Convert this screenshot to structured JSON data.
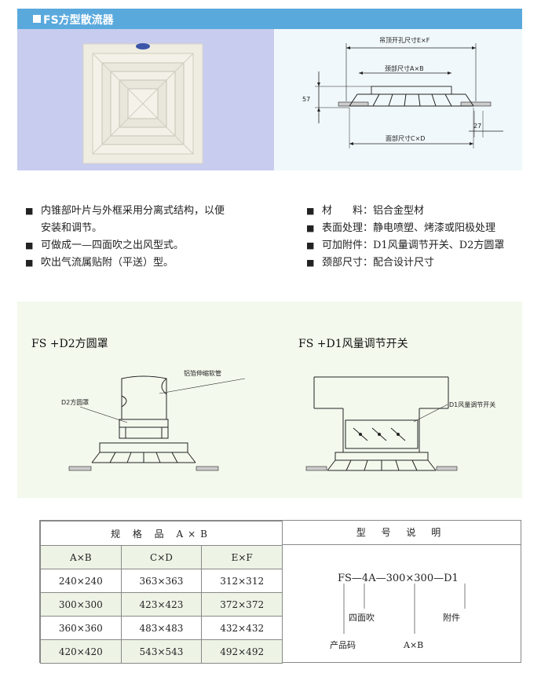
{
  "header": {
    "title": "FS方型散流器"
  },
  "dimension_diagram": {
    "ceiling_opening": "吊顶开孔尺寸E×F",
    "neck_size": "颈部尺寸A×B",
    "face_size": "面部尺寸C×D",
    "height": "57",
    "rim": "27"
  },
  "features_left": [
    {
      "lines": [
        "内锥部叶片与外框采用分离式结构，以便",
        "安装和调节。"
      ]
    },
    {
      "lines": [
        "可做成一—四面吹之出风型式。"
      ]
    },
    {
      "lines": [
        "吹出气流属贴附（平送）型。"
      ]
    }
  ],
  "features_right": [
    {
      "lines": [
        "材　　料：铝合金型材"
      ]
    },
    {
      "lines": [
        "表面处理：静电喷塑、烤漆或阳极处理"
      ]
    },
    {
      "lines": [
        "可加附件：D1风量调节开关、D2方圆罩"
      ]
    },
    {
      "lines": [
        "颈部尺寸：配合设计尺寸"
      ]
    }
  ],
  "installation": {
    "left": {
      "title": "FS +D2方圆罩",
      "label_hose": "铝箔伸缩软管",
      "label_hood": "D2方圆罩"
    },
    "right": {
      "title": "FS +D1风量调节开关",
      "label_damper": "D1风量调节开关"
    }
  },
  "spec_table": {
    "title": "规 格 品 A×B",
    "columns": [
      "A×B",
      "C×D",
      "E×F"
    ],
    "rows": [
      [
        "240×240",
        "363×363",
        "312×312"
      ],
      [
        "300×300",
        "423×423",
        "372×372"
      ],
      [
        "360×360",
        "483×483",
        "432×432"
      ],
      [
        "420×420",
        "543×543",
        "492×492"
      ]
    ]
  },
  "model_explanation": {
    "title": "型 号 说 明",
    "code": "FS—4A—300×300—D1",
    "labels": {
      "product": "产品码",
      "four_way": "四面吹",
      "size": "A×B",
      "accessory": "附件"
    }
  }
}
